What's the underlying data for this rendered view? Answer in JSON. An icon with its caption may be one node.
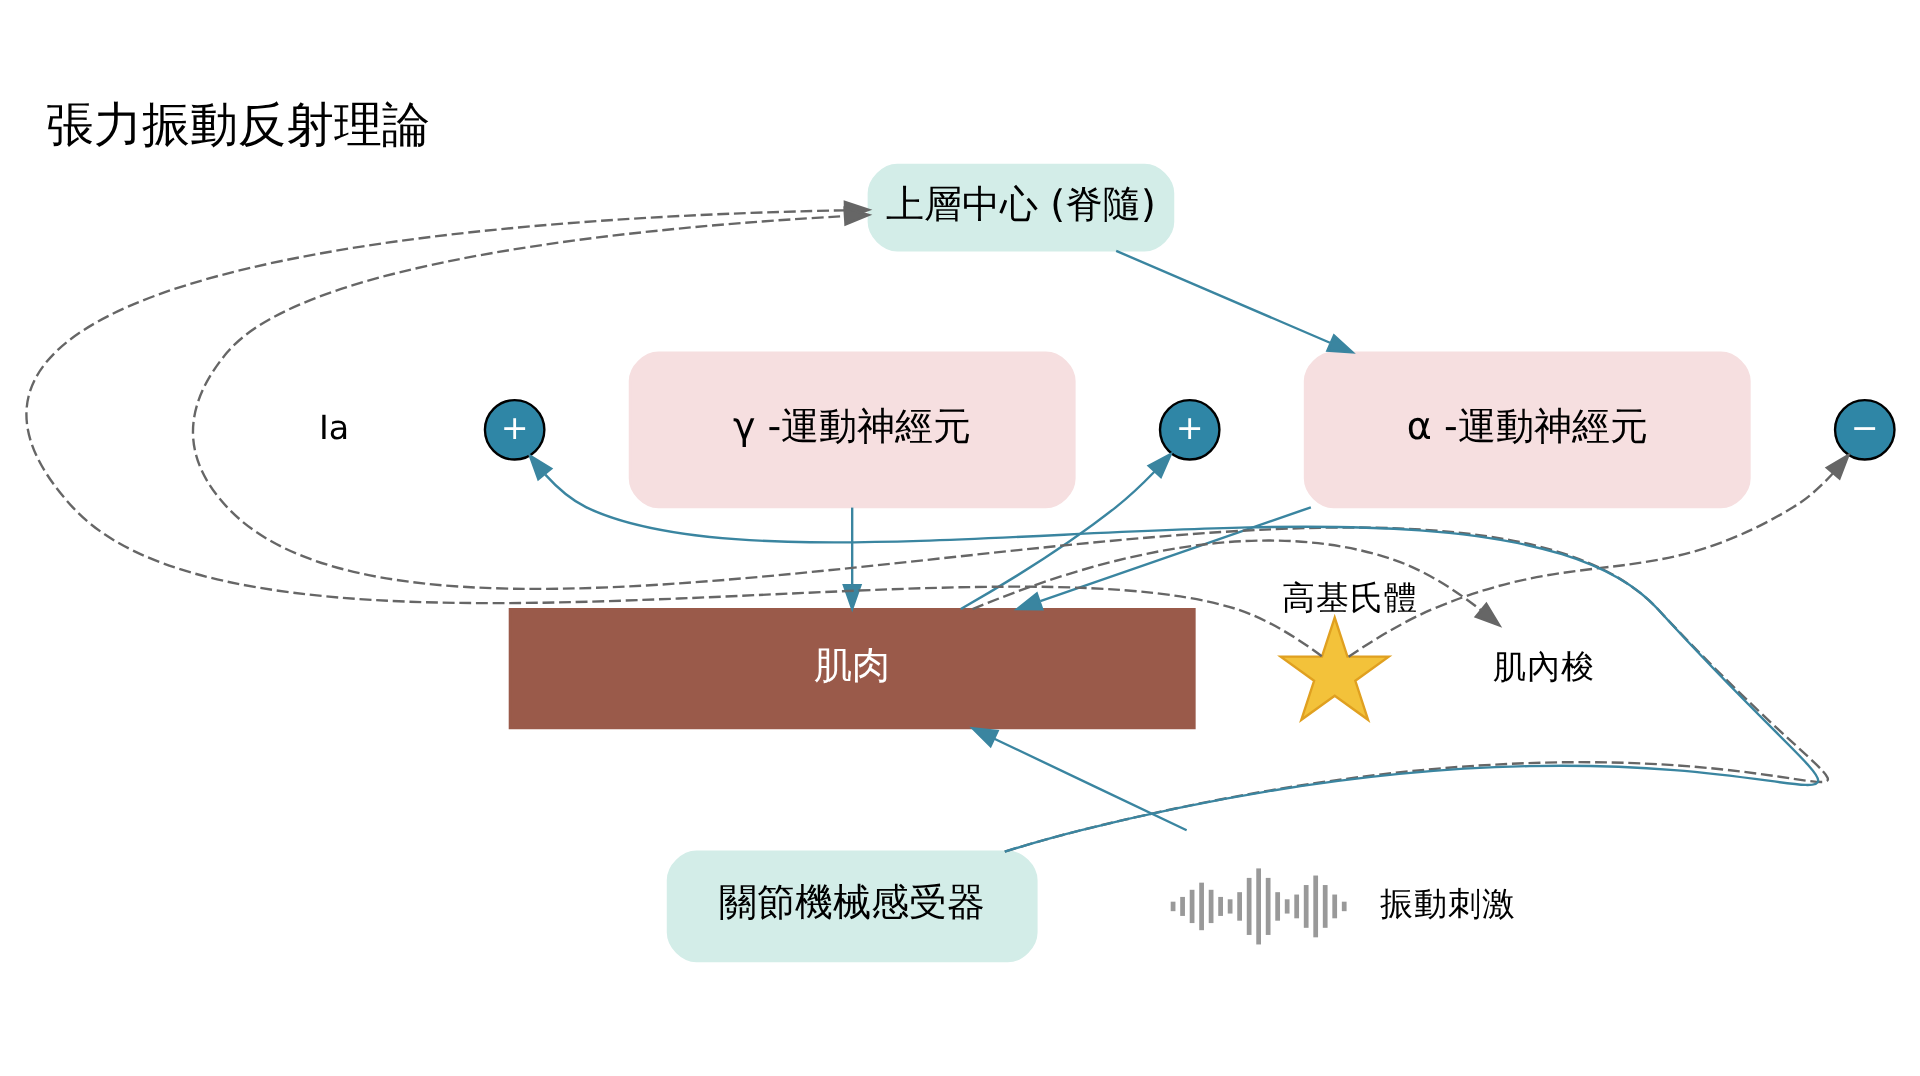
{
  "diagram": {
    "title": "張力振動反射理論",
    "nodes": [
      {
        "text": [
          "上層中心 (脊隨)"
        ]
      },
      {
        "text": [
          "+"
        ]
      },
      {
        "text": [
          "γ -運動神經元"
        ]
      },
      {
        "text": [
          "+"
        ]
      },
      {
        "text": [
          "α -運動神經元"
        ]
      },
      {
        "text": [
          "−"
        ]
      },
      {
        "text": [
          "肌肉"
        ]
      },
      {
        "text": [],
        "shape": "star",
        "beside": [
          "高基氏體"
        ]
      },
      {
        "text": [
          "肌內梭"
        ]
      },
      {
        "text": [
          "關節機械感受器"
        ]
      },
      {
        "text": [],
        "shape": "picture",
        "beside": [
          "振動刺激"
        ]
      }
    ],
    "edges": [
      {
        "from": 9,
        "to": 0,
        "arrow": "to",
        "style": "dashed",
        "color": "#666666"
      },
      {
        "from": 7,
        "to": 0,
        "arrow": "to",
        "style": "dashed",
        "color": "#666666"
      },
      {
        "from": 0,
        "to": 4,
        "arrow": "to"
      },
      {
        "from": 9,
        "to": 1,
        "arrow": "to"
      },
      {
        "from": 2,
        "to": 6,
        "arrow": "to"
      },
      {
        "from": 4,
        "to": 6,
        "arrow": "to"
      },
      {
        "from": 6,
        "to": 3,
        "arrow": "to"
      },
      {
        "from": 6,
        "to": 8,
        "arrow": "to",
        "style": "dashed",
        "color": "#666666"
      },
      {
        "from": 7,
        "to": 5,
        "arrow": "to",
        "style": "dashed",
        "color": "#666666"
      },
      {
        "from": 10,
        "to": 6,
        "arrow": "to"
      }
    ],
    "labels": [
      "Ia"
    ]
  }
}
